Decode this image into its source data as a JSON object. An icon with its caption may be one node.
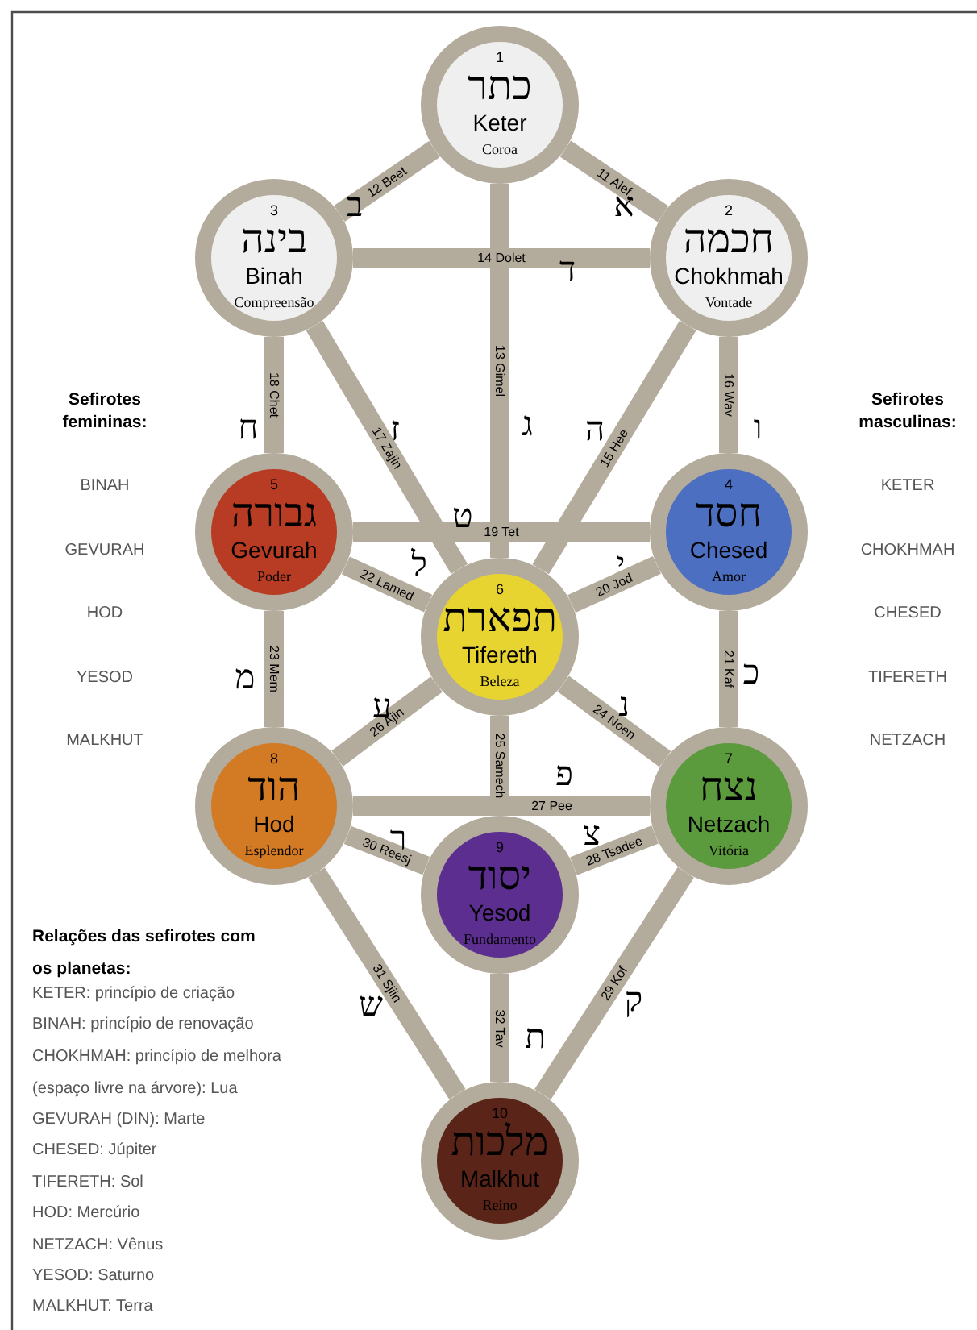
{
  "diagram": {
    "nodes": [
      {
        "text": [
          "1",
          "כתר",
          "Keter",
          "Coroa"
        ]
      },
      {
        "text": [
          "2",
          "חכמה",
          "Chokhmah",
          "Vontade"
        ]
      },
      {
        "text": [
          "3",
          "בינה",
          "Binah",
          "Compreensão"
        ]
      },
      {
        "text": [
          "4",
          "חסד",
          "Chesed",
          "Amor"
        ]
      },
      {
        "text": [
          "5",
          "גבורה",
          "Gevurah",
          "Poder"
        ]
      },
      {
        "text": [
          "6",
          "תפארת",
          "Tifereth",
          "Beleza"
        ]
      },
      {
        "text": [
          "7",
          "נצח",
          "Netzach",
          "Vitória"
        ]
      },
      {
        "text": [
          "8",
          "הוד",
          "Hod",
          "Esplendor"
        ]
      },
      {
        "text": [
          "9",
          "יסוד",
          "Yesod",
          "Fundamento"
        ]
      },
      {
        "text": [
          "10",
          "מלכות",
          "Malkhut",
          "Reino"
        ]
      }
    ],
    "edges": [
      {
        "from": 0,
        "to": 1,
        "arrow": "none",
        "label": "11 Alef"
      },
      {
        "from": 0,
        "to": 2,
        "arrow": "none",
        "label": "12 Beet"
      },
      {
        "from": 0,
        "to": 5,
        "arrow": "none",
        "label": "13 Gimel"
      },
      {
        "from": 2,
        "to": 1,
        "arrow": "none",
        "label": "14 Dolet"
      },
      {
        "from": 1,
        "to": 5,
        "arrow": "none",
        "label": "15 Hee"
      },
      {
        "from": 1,
        "to": 3,
        "arrow": "none",
        "label": "16 Wav"
      },
      {
        "from": 2,
        "to": 5,
        "arrow": "none",
        "label": "17 Zajin"
      },
      {
        "from": 2,
        "to": 4,
        "arrow": "none",
        "label": "18 Chet"
      },
      {
        "from": 4,
        "to": 3,
        "arrow": "none",
        "label": "19 Tet"
      },
      {
        "from": 3,
        "to": 5,
        "arrow": "none",
        "label": "20 Jod"
      },
      {
        "from": 3,
        "to": 6,
        "arrow": "none",
        "label": "21 Kaf"
      },
      {
        "from": 4,
        "to": 5,
        "arrow": "none",
        "label": "22 Lamed"
      },
      {
        "from": 4,
        "to": 7,
        "arrow": "none",
        "label": "23 Mem"
      },
      {
        "from": 5,
        "to": 6,
        "arrow": "none",
        "label": "24 Noen"
      },
      {
        "from": 5,
        "to": 8,
        "arrow": "none",
        "label": "25 Samech"
      },
      {
        "from": 5,
        "to": 7,
        "arrow": "none",
        "label": "26 Ajin"
      },
      {
        "from": 7,
        "to": 6,
        "arrow": "none",
        "label": "27 Pee"
      },
      {
        "from": 6,
        "to": 8,
        "arrow": "none",
        "label": "28 Tsadee"
      },
      {
        "from": 6,
        "to": 9,
        "arrow": "none",
        "label": "29 Kof"
      },
      {
        "from": 7,
        "to": 8,
        "arrow": "none",
        "label": "30 Reesj"
      },
      {
        "from": 7,
        "to": 9,
        "arrow": "none",
        "label": "31 Sjiin"
      },
      {
        "from": 8,
        "to": 9,
        "arrow": "none",
        "label": "32 Tav"
      }
    ],
    "labels": [
      "Sefirotes femininas:",
      "BINAH",
      "GEVURAH",
      "HOD",
      "YESOD",
      "MALKHUT",
      "Sefirotes masculinas:",
      "KETER",
      "CHOKHMAH",
      "CHESED",
      "TIFERETH",
      "NETZACH",
      "א",
      "ב",
      "ג",
      "ד",
      "ה",
      "ו",
      "ז",
      "ח",
      "ט",
      "י",
      "כ",
      "ל",
      "מ",
      "נ",
      "ע",
      "פ",
      "צ",
      "ק",
      "ר",
      "ש",
      "ת",
      "Relações das sefirotes com os planetas:",
      "KETER: princípio de criação",
      "BINAH: princípio de renovação",
      "CHOKHMAH: princípio de melhora (espaço livre na árvore): Lua",
      "GEVURAH (DIN): Marte",
      "CHESED: Júpiter",
      "TIFERETH: Sol",
      "HOD: Mercúrio",
      "NETZACH: Vênus",
      "YESOD: Saturno",
      "MALKHUT: Terra"
    ]
  }
}
